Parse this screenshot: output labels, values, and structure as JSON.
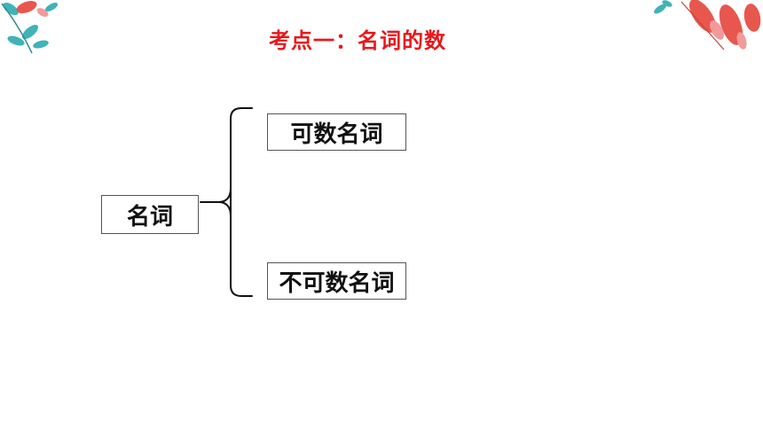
{
  "slide": {
    "title": "考点一：名词的数",
    "root_label": "名词",
    "branches": [
      "可数名词",
      "不可数名词"
    ]
  },
  "colors": {
    "title": "#e8171b",
    "leaf_teal": "#3fb3b8",
    "leaf_red": "#e8574e",
    "leaf_pink": "#f19a9a"
  },
  "decorations": [
    "leaf-cluster-top-left",
    "leaf-cluster-top-right"
  ]
}
